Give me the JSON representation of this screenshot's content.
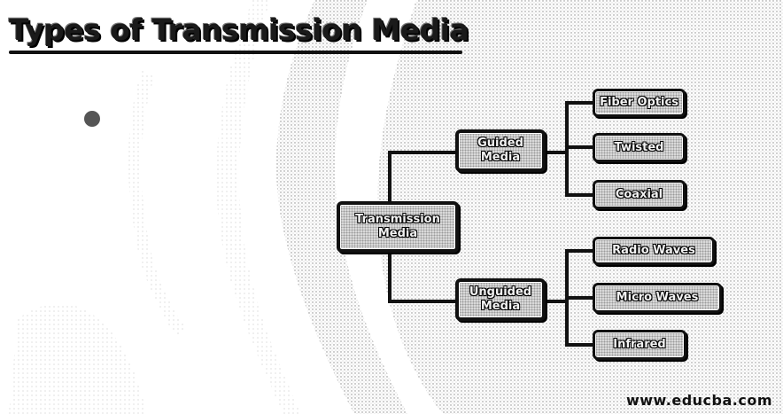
{
  "title": "Types of Transmission Media",
  "root": "Transmission Media",
  "branches": [
    {
      "label": "Guided Media",
      "children": [
        "Fiber Optics",
        "Twisted",
        "Coaxial"
      ]
    },
    {
      "label": "Unguided Media",
      "children": [
        "Radio Waves",
        "Micro Waves",
        "Infrared"
      ]
    }
  ],
  "footer": "www.educba.com",
  "colors": {
    "line": "#111111",
    "box_fill": "#d9d9d9"
  }
}
